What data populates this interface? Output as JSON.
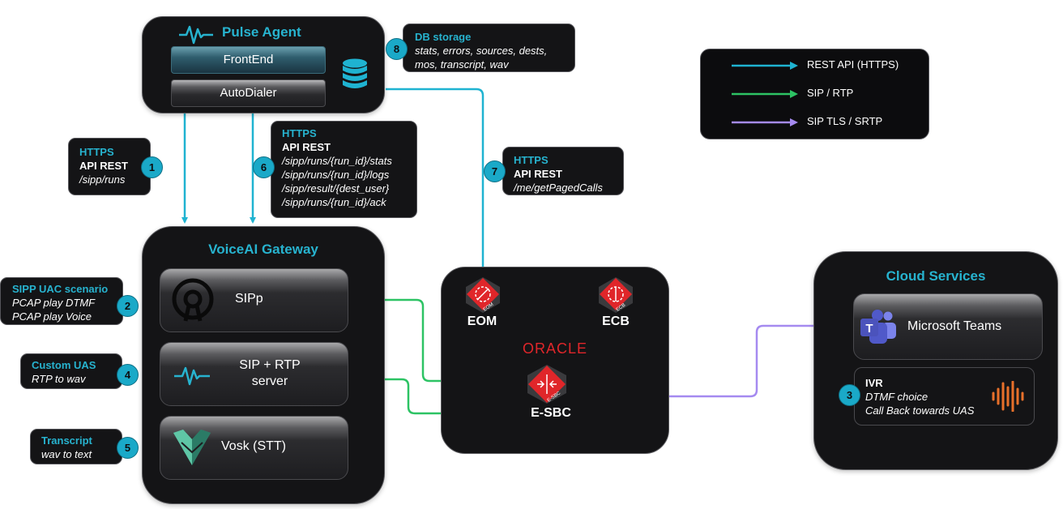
{
  "pulse_agent": {
    "title": "Pulse Agent",
    "frontend": "FrontEnd",
    "autodialer": "AutoDialer"
  },
  "db_note": {
    "number": "8",
    "title": "DB storage",
    "line1": "stats, errors, sources, dests,",
    "line2": "mos, transcript, wav"
  },
  "legend": {
    "items": [
      {
        "label": "REST API (HTTPS)",
        "color": "#1fb3d1"
      },
      {
        "label": "SIP / RTP",
        "color": "#2dc364"
      },
      {
        "label": "SIP TLS / SRTP",
        "color": "#a58af0"
      }
    ]
  },
  "note1": {
    "number": "1",
    "title": "HTTPS",
    "subtitle": "API REST",
    "path": "/sipp/runs"
  },
  "note6": {
    "number": "6",
    "title": "HTTPS",
    "subtitle": "API REST",
    "paths": [
      "/sipp/runs/{run_id}/stats",
      "/sipp/runs/{run_id}/logs",
      "/sipp/result/{dest_user}",
      "/sipp/runs/{run_id}/ack"
    ]
  },
  "note7": {
    "number": "7",
    "title": "HTTPS",
    "subtitle": "API REST",
    "path": "/me/getPagedCalls"
  },
  "note2": {
    "number": "2",
    "title": "SIPP UAC scenario",
    "line1": "PCAP play DTMF",
    "line2": "PCAP play Voice"
  },
  "note4": {
    "number": "4",
    "title": "Custom UAS",
    "line1": "RTP to wav"
  },
  "note5": {
    "number": "5",
    "title": "Transcript",
    "line1": "wav to text"
  },
  "gateway": {
    "title": "VoiceAI Gateway",
    "sipp": "SIPp",
    "sip_rtp_line1": "SIP + RTP",
    "sip_rtp_line2": "server",
    "vosk": "Vosk (STT)"
  },
  "oracle": {
    "eom": "EOM",
    "ecb": "ECB",
    "brand": "ORACLE",
    "esbc": "E-SBC",
    "eom_badge": "EOM",
    "ecb_badge": "ECB",
    "esbc_badge": "E-SBC"
  },
  "cloud": {
    "title": "Cloud Services",
    "teams": "Microsoft Teams",
    "ivr_number": "3",
    "ivr_title": "IVR",
    "ivr_line1": "DTMF choice",
    "ivr_line2": "Call Back towards UAS"
  },
  "colors": {
    "rest": "#1fb3d1",
    "sip": "#2dc364",
    "tls": "#a58af0",
    "accent": "#27b3cf",
    "oracle_red": "#e0262a"
  },
  "icons": [
    "pulse-wave-icon",
    "database-icon",
    "sipp-icon",
    "vosk-icon",
    "teams-icon",
    "voice-wave-icon",
    "eom-device-icon",
    "ecb-device-icon",
    "esbc-device-icon"
  ]
}
